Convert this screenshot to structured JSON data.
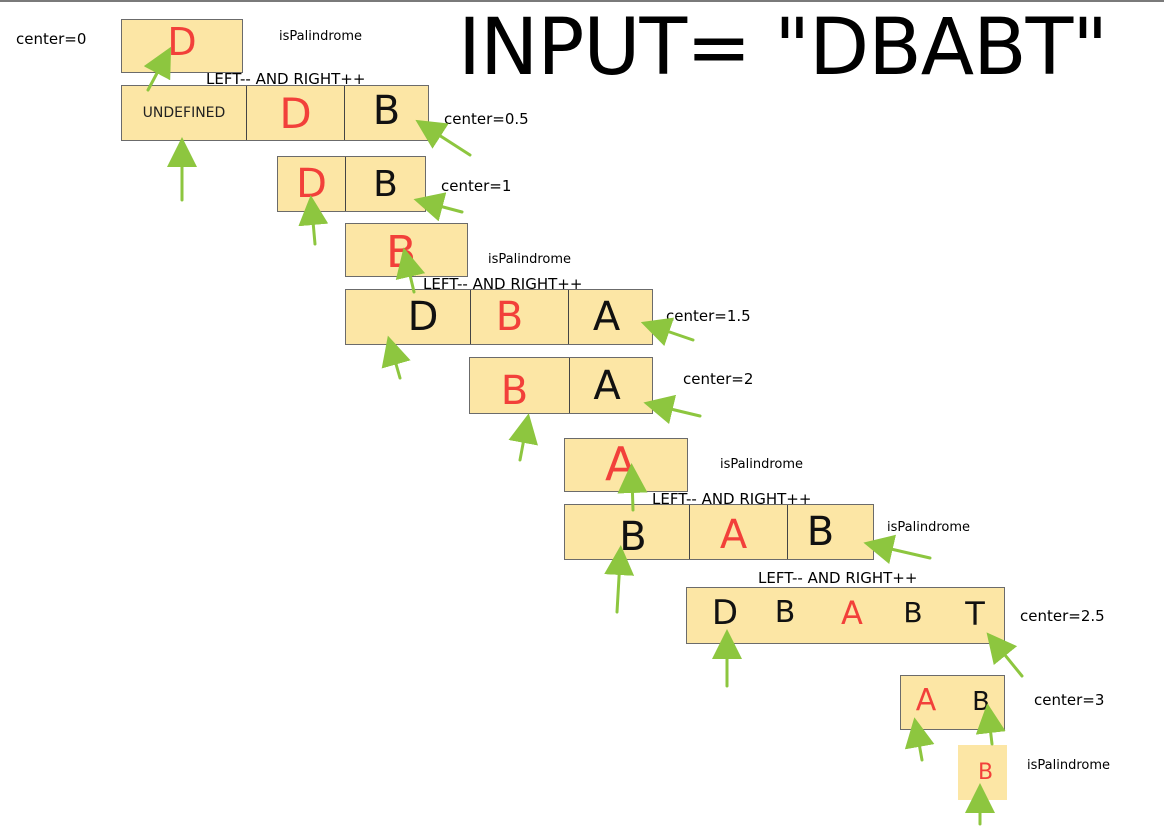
{
  "title": "INPUT= \"DBABT\"",
  "labels": {
    "center_0": "center=0",
    "center_0_5": "center=0.5",
    "center_1": "center=1",
    "center_1_5": "center=1.5",
    "center_2": "center=2",
    "center_2_5": "center=2.5",
    "center_3": "center=3",
    "is_palindrome": "isPalindrome",
    "left_right": "LEFT-- AND RIGHT++"
  },
  "rows": {
    "r1": [
      "D"
    ],
    "r2": [
      "UNDEFINED",
      "D",
      "B"
    ],
    "r3": [
      "D",
      "B"
    ],
    "r4": [
      "B"
    ],
    "r5": [
      "D",
      "B",
      "A"
    ],
    "r6": [
      "B",
      "A"
    ],
    "r7": [
      "A"
    ],
    "r8": [
      "B",
      "A",
      "B"
    ],
    "r9": [
      "D",
      "B",
      "A",
      "B",
      "T"
    ],
    "r10": [
      "A",
      "B"
    ],
    "r11": [
      "B"
    ]
  },
  "colors": {
    "box_fill": "#fce6a5",
    "highlight": "#f2403a",
    "arrow": "#8dc63f"
  }
}
